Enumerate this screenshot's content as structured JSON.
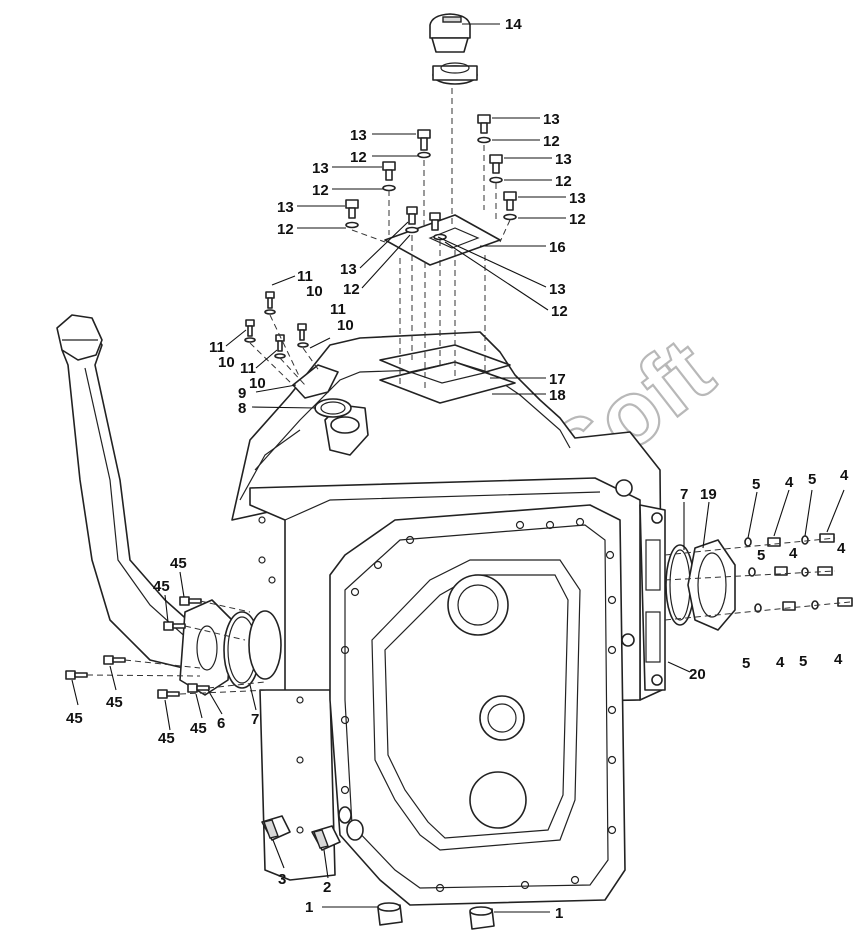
{
  "watermark": "AutoSoft",
  "callouts": [
    {
      "label": "14"
    },
    {
      "label": "13"
    },
    {
      "label": "12"
    },
    {
      "label": "13"
    },
    {
      "label": "12"
    },
    {
      "label": "13"
    },
    {
      "label": "12"
    },
    {
      "label": "13"
    },
    {
      "label": "12"
    },
    {
      "label": "13"
    },
    {
      "label": "12"
    },
    {
      "label": "13"
    },
    {
      "label": "12"
    },
    {
      "label": "16"
    },
    {
      "label": "13"
    },
    {
      "label": "12"
    },
    {
      "label": "13"
    },
    {
      "label": "12"
    },
    {
      "label": "11"
    },
    {
      "label": "10"
    },
    {
      "label": "11"
    },
    {
      "label": "10"
    },
    {
      "label": "11"
    },
    {
      "label": "10"
    },
    {
      "label": "11"
    },
    {
      "label": "10"
    },
    {
      "label": "9"
    },
    {
      "label": "8"
    },
    {
      "label": "17"
    },
    {
      "label": "18"
    },
    {
      "label": "7"
    },
    {
      "label": "19"
    },
    {
      "label": "5"
    },
    {
      "label": "4"
    },
    {
      "label": "5"
    },
    {
      "label": "4"
    },
    {
      "label": "5"
    },
    {
      "label": "4"
    },
    {
      "label": "4"
    },
    {
      "label": "5"
    },
    {
      "label": "4"
    },
    {
      "label": "5"
    },
    {
      "label": "4"
    },
    {
      "label": "20"
    },
    {
      "label": "45"
    },
    {
      "label": "45"
    },
    {
      "label": "45"
    },
    {
      "label": "45"
    },
    {
      "label": "45"
    },
    {
      "label": "45"
    },
    {
      "label": "6"
    },
    {
      "label": "7"
    },
    {
      "label": "3"
    },
    {
      "label": "2"
    },
    {
      "label": "1"
    },
    {
      "label": "1"
    }
  ]
}
